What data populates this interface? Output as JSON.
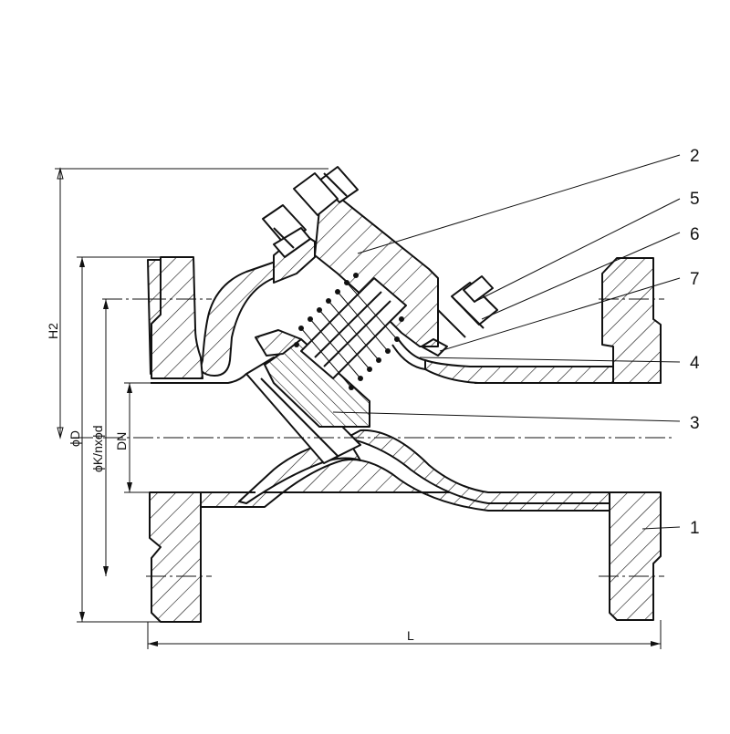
{
  "diagram": {
    "part_labels": {
      "p1": "1",
      "p2": "2",
      "p3": "3",
      "p4": "4",
      "p5": "5",
      "p6": "6",
      "p7": "7"
    },
    "dimension_labels": {
      "height": "H2",
      "flange_diameter": "ϕD",
      "bolt_circle": "ϕK/nxϕd",
      "nominal": "DN",
      "length": "L"
    },
    "colors": {
      "line": "#111111",
      "background": "#ffffff"
    }
  }
}
